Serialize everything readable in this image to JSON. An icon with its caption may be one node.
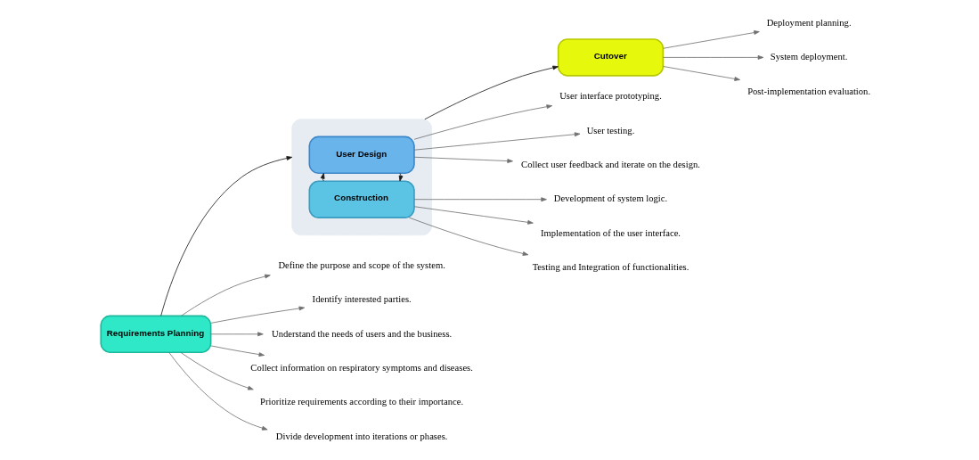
{
  "diagram": {
    "nodes": [
      {
        "text": [
          "Requirements Planning"
        ]
      },
      {
        "text": [],
        "shape": "box"
      },
      {
        "text": [
          "User Design"
        ],
        "in": 1
      },
      {
        "text": [
          "Construction"
        ],
        "in": 1
      },
      {
        "text": [
          "Cutover"
        ]
      },
      {
        "text": [
          "User interface prototyping."
        ]
      },
      {
        "text": [
          "User testing."
        ]
      },
      {
        "text": [
          "Collect user feedback and iterate on the design."
        ]
      },
      {
        "text": [
          "Define the purpose and scope of the system."
        ]
      },
      {
        "text": [
          "Identify interested parties."
        ]
      },
      {
        "text": [
          "Understand the needs of users and the business."
        ]
      },
      {
        "text": [
          "Collect information on respiratory symptoms and diseases."
        ]
      },
      {
        "text": [
          "Prioritize requirements according to their importance."
        ]
      },
      {
        "text": [
          "Divide development into iterations or phases."
        ]
      },
      {
        "text": [
          "Development of system logic."
        ]
      },
      {
        "text": [
          "Implementation of the user interface."
        ]
      },
      {
        "text": [
          "Testing and Integration of functionalities."
        ]
      },
      {
        "text": [
          "Deployment planning."
        ]
      },
      {
        "text": [
          "System deployment."
        ]
      },
      {
        "text": [
          "Post-implementation evaluation."
        ]
      }
    ],
    "edges": [
      {
        "from": 0,
        "to": 1,
        "arrow": "to",
        "color": "#1a1a1a"
      },
      {
        "from": 1,
        "to": 4,
        "arrow": "to",
        "color": "#1a1a1a"
      },
      {
        "from": 2,
        "to": 3,
        "arrow": "to",
        "color": "#1a1a1a"
      },
      {
        "from": 3,
        "to": 2,
        "arrow": "to",
        "color": "#1a1a1a"
      },
      {
        "from": 2,
        "to": 5,
        "arrow": "to"
      },
      {
        "from": 2,
        "to": 6,
        "arrow": "to"
      },
      {
        "from": 2,
        "to": 7,
        "arrow": "to"
      },
      {
        "from": 0,
        "to": 8,
        "arrow": "to"
      },
      {
        "from": 0,
        "to": 9,
        "arrow": "to"
      },
      {
        "from": 0,
        "to": 10,
        "arrow": "to"
      },
      {
        "from": 0,
        "to": 11,
        "arrow": "to"
      },
      {
        "from": 0,
        "to": 12,
        "arrow": "to"
      },
      {
        "from": 0,
        "to": 13,
        "arrow": "to"
      },
      {
        "from": 3,
        "to": 14,
        "arrow": "to"
      },
      {
        "from": 3,
        "to": 15,
        "arrow": "to"
      },
      {
        "from": 3,
        "to": 16,
        "arrow": "to"
      },
      {
        "from": 4,
        "to": 17,
        "arrow": "to"
      },
      {
        "from": 4,
        "to": 18,
        "arrow": "to"
      },
      {
        "from": 4,
        "to": 19,
        "arrow": "to"
      }
    ]
  }
}
